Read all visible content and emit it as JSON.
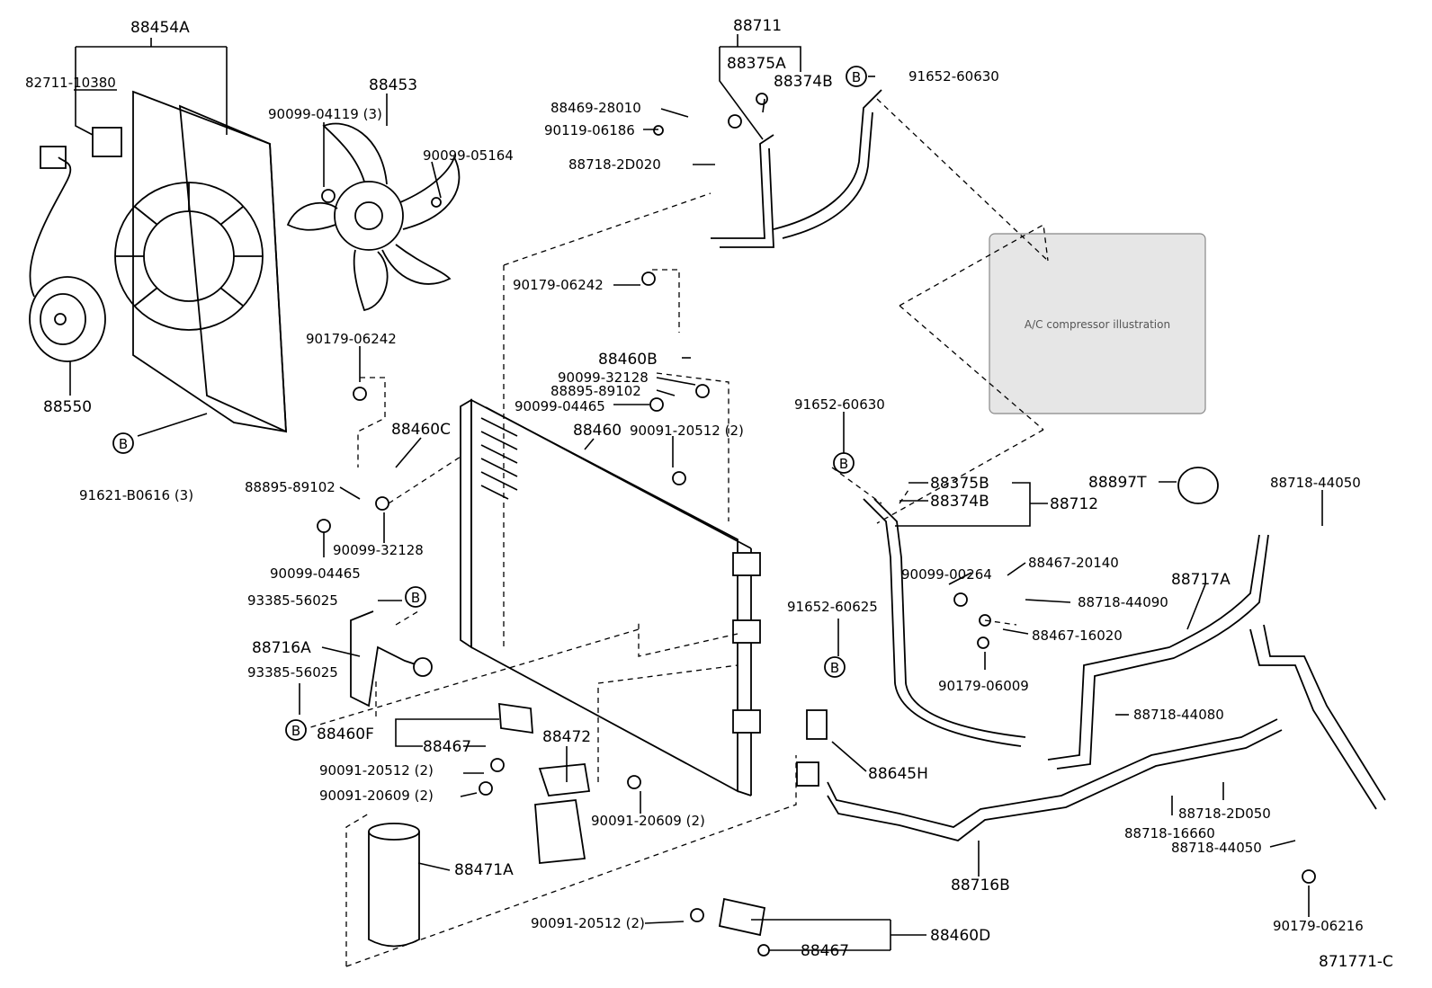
{
  "callouts": [
    {
      "id": "c1",
      "text": "88454A"
    },
    {
      "id": "c2",
      "text": "82711-10380"
    },
    {
      "id": "c3",
      "text": "88453"
    },
    {
      "id": "c4",
      "text": "90099-04119 (3)"
    },
    {
      "id": "c5",
      "text": "90099-05164"
    },
    {
      "id": "c6",
      "text": "88550"
    },
    {
      "id": "c7",
      "text": "91621-B0616 (3)"
    },
    {
      "id": "c8",
      "text": "88711"
    },
    {
      "id": "c9",
      "text": "88375A"
    },
    {
      "id": "c10",
      "text": "88374B"
    },
    {
      "id": "c11",
      "text": "91652-60630"
    },
    {
      "id": "c12",
      "text": "88469-28010"
    },
    {
      "id": "c13",
      "text": "90119-06186"
    },
    {
      "id": "c14",
      "text": "88718-2D020"
    },
    {
      "id": "c15",
      "text": "90179-06242"
    },
    {
      "id": "c16",
      "text": "88460B"
    },
    {
      "id": "c17",
      "text": "90099-32128"
    },
    {
      "id": "c18",
      "text": "88895-89102"
    },
    {
      "id": "c19",
      "text": "90099-04465"
    },
    {
      "id": "c20",
      "text": "90179-06242"
    },
    {
      "id": "c21",
      "text": "88460C"
    },
    {
      "id": "c22",
      "text": "88460"
    },
    {
      "id": "c23",
      "text": "90091-20512 (2)"
    },
    {
      "id": "c24",
      "text": "88895-89102"
    },
    {
      "id": "c25",
      "text": "90099-32128"
    },
    {
      "id": "c26",
      "text": "90099-04465"
    },
    {
      "id": "c27",
      "text": "93385-56025"
    },
    {
      "id": "c28",
      "text": "88716A"
    },
    {
      "id": "c29",
      "text": "93385-56025"
    },
    {
      "id": "c30",
      "text": "88460F"
    },
    {
      "id": "c31",
      "text": "88467"
    },
    {
      "id": "c32",
      "text": "88472"
    },
    {
      "id": "c33",
      "text": "90091-20512 (2)"
    },
    {
      "id": "c34",
      "text": "90091-20609 (2)"
    },
    {
      "id": "c35",
      "text": "90091-20609 (2)"
    },
    {
      "id": "c36",
      "text": "88471A"
    },
    {
      "id": "c37",
      "text": "90091-20512 (2)"
    },
    {
      "id": "c38",
      "text": "88467"
    },
    {
      "id": "c39",
      "text": "88460D"
    },
    {
      "id": "c40",
      "text": "91652-60630"
    },
    {
      "id": "c41",
      "text": "88375B"
    },
    {
      "id": "c42",
      "text": "88374B"
    },
    {
      "id": "c43",
      "text": "88712"
    },
    {
      "id": "c44",
      "text": "88897T"
    },
    {
      "id": "c45",
      "text": "88718-44050"
    },
    {
      "id": "c46",
      "text": "88467-20140"
    },
    {
      "id": "c47",
      "text": "90099-00264"
    },
    {
      "id": "c48",
      "text": "88717A"
    },
    {
      "id": "c49",
      "text": "88718-44090"
    },
    {
      "id": "c50",
      "text": "91652-60625"
    },
    {
      "id": "c51",
      "text": "88467-16020"
    },
    {
      "id": "c52",
      "text": "90179-06009"
    },
    {
      "id": "c53",
      "text": "88718-44080"
    },
    {
      "id": "c54",
      "text": "88645H"
    },
    {
      "id": "c55",
      "text": "88718-2D050"
    },
    {
      "id": "c56",
      "text": "88718-16660"
    },
    {
      "id": "c57",
      "text": "88718-44050"
    },
    {
      "id": "c58",
      "text": "88716B"
    },
    {
      "id": "c59",
      "text": "90179-06216"
    },
    {
      "id": "c60",
      "text": "871771-C"
    }
  ],
  "markers": [
    "B",
    "B",
    "B",
    "B",
    "B",
    "B"
  ],
  "placeholders": {
    "compressor": "A/C compressor illustration"
  }
}
